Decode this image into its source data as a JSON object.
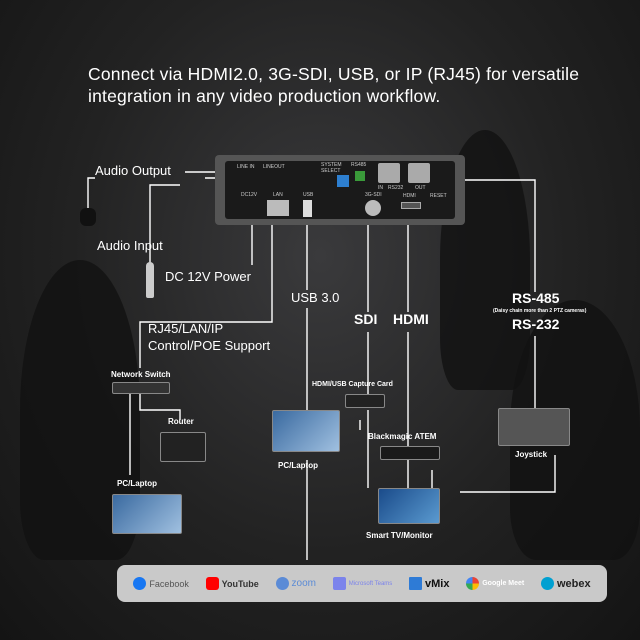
{
  "headline": "Connect via HDMI2.0, 3G-SDI, USB, or IP (RJ45) for versatile integration in any video production workflow.",
  "camera_ports": {
    "line_in": "LINE IN",
    "line_out": "LINEOUT",
    "system_select": "SYSTEM SELECT",
    "rs485": "RS485",
    "in": "IN",
    "rs232": "RS232",
    "out": "OUT",
    "dc12v": "DC12V",
    "lan": "LAN",
    "usb": "USB",
    "sdi": "3G-SDI",
    "hdmi": "HDMI",
    "reset": "RESET"
  },
  "labels": {
    "audio_output": "Audio Output",
    "audio_input": "Audio Input",
    "dc_power": "DC 12V Power",
    "usb3": "USB 3.0",
    "sdi": "SDI",
    "hdmi": "HDMI",
    "rs485": "RS-485",
    "rs485_note": "(Daisy chain more than 2 PTZ cameras)",
    "rs232": "RS-232",
    "rj45_line1": "RJ45/LAN/IP",
    "rj45_line2": "Control/POE Support",
    "network_switch": "Network Switch",
    "router": "Router",
    "pc_laptop_left": "PC/Laptop",
    "pc_laptop_center": "PC/Laptop",
    "capture_card": "HDMI/USB Capture Card",
    "atem": "Blackmagic ATEM",
    "joystick": "Joystick",
    "monitor": "Smart TV/Monitor"
  },
  "platforms": [
    {
      "name": "Facebook",
      "icon": "facebook-icon",
      "color": "#1877f2"
    },
    {
      "name": "YouTube",
      "icon": "youtube-icon",
      "color": "#ff0000"
    },
    {
      "name": "zoom",
      "icon": "zoom-icon",
      "color": "#5b8bd6"
    },
    {
      "name": "Microsoft Teams",
      "icon": "teams-icon",
      "color": "#7b83eb"
    },
    {
      "name": "vMix",
      "icon": "vmix-icon",
      "color": "#2e7bd6"
    },
    {
      "name": "Google Meet",
      "icon": "google-icon",
      "color": "#ea4335"
    },
    {
      "name": "webex",
      "icon": "webex-icon",
      "color": "#00a0d1"
    }
  ]
}
